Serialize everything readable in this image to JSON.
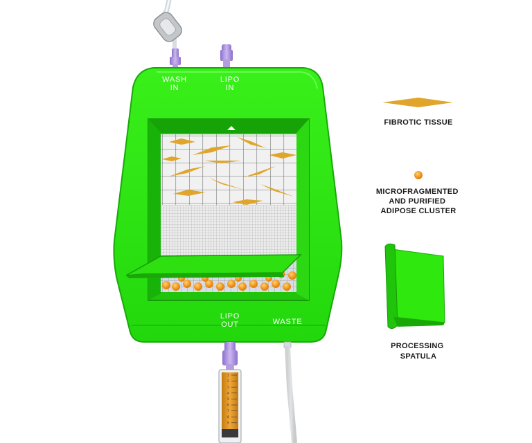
{
  "ports": {
    "wash_in": [
      "WASH",
      "IN"
    ],
    "lipo_in": [
      "LIPO",
      "IN"
    ],
    "lipo_out": [
      "LIPO",
      "OUT"
    ],
    "waste": [
      "WASTE"
    ]
  },
  "legend": {
    "fibrotic_tissue": [
      "FIBROTIC TISSUE"
    ],
    "adipose_cluster": [
      "MICROFRAGMENTED",
      "AND PURIFIED",
      "ADIPOSE CLUSTER"
    ],
    "processing_spatula": [
      "PROCESSING",
      "SPATULA"
    ]
  },
  "syringe_scale": [
    "1",
    "2",
    "3",
    "4",
    "5",
    "6",
    "7",
    "8",
    "9"
  ],
  "colors": {
    "device_green": "#2ee80e",
    "device_dark": "#1fb80a",
    "fibrotic": "#e0a52a",
    "adipose": "#f39a1e",
    "connector": "#a98fd6",
    "background": "#ffffff"
  }
}
